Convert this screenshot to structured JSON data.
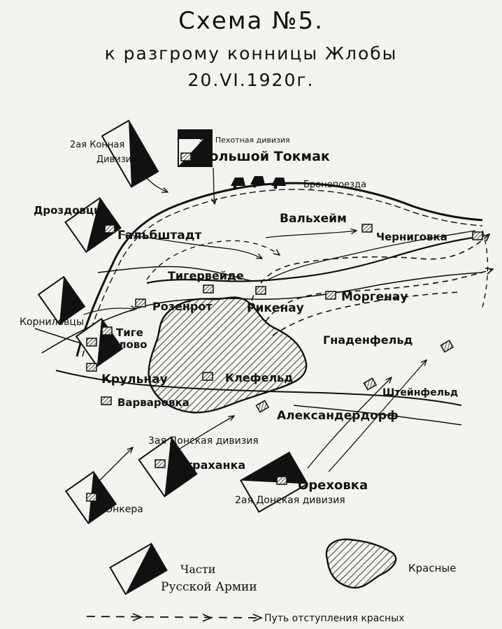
{
  "title": {
    "main": "Схема №5.",
    "subtitle": "к разгрому конницы Жлобы",
    "date": "20.VI.1920г."
  },
  "places": {
    "bolshoy_tokmak": "Большой Токмак",
    "valkheim": "Вальхейм",
    "chernigovka": "Черниговка",
    "galbshtadt": "Гальбштадт",
    "tigerveide": "Тигервейде",
    "rozenrot": "Розенрот",
    "rikenau": "Рикенау",
    "morgenau": "Моргенау",
    "gnadenfeld": "Гнаденфельд",
    "tige": "Тиге",
    "orlovo": "Орлово",
    "krulnau": "Крульнау",
    "klefeld": "Клефельд",
    "shteinfeld": "Штейнфельд",
    "varvarovka": "Варваровка",
    "aleksanderdorf": "Александердорф",
    "astrakhanka": "Астраханка",
    "orekhovka": "Ореховка"
  },
  "units": {
    "cavalry_2": [
      "2ая Конная",
      "Дивизия"
    ],
    "infantry_3": "3ая Пехотная дивизия",
    "armored_trains": "Бронепоезда",
    "drozdovtsy": "Дроздовцы",
    "kornilovtsy": "Корниловцы",
    "don_3": "3ая Донская дивизия",
    "don_2": "2ая Донская дивизия",
    "junkers": "Юнкера"
  },
  "legend": {
    "russian_army": [
      "Части",
      "Русской Армии"
    ],
    "reds": "Красные",
    "retreat": "Путь отступления красных"
  },
  "colors": {
    "ink": "#111111",
    "paper": "#f4f3ef"
  }
}
